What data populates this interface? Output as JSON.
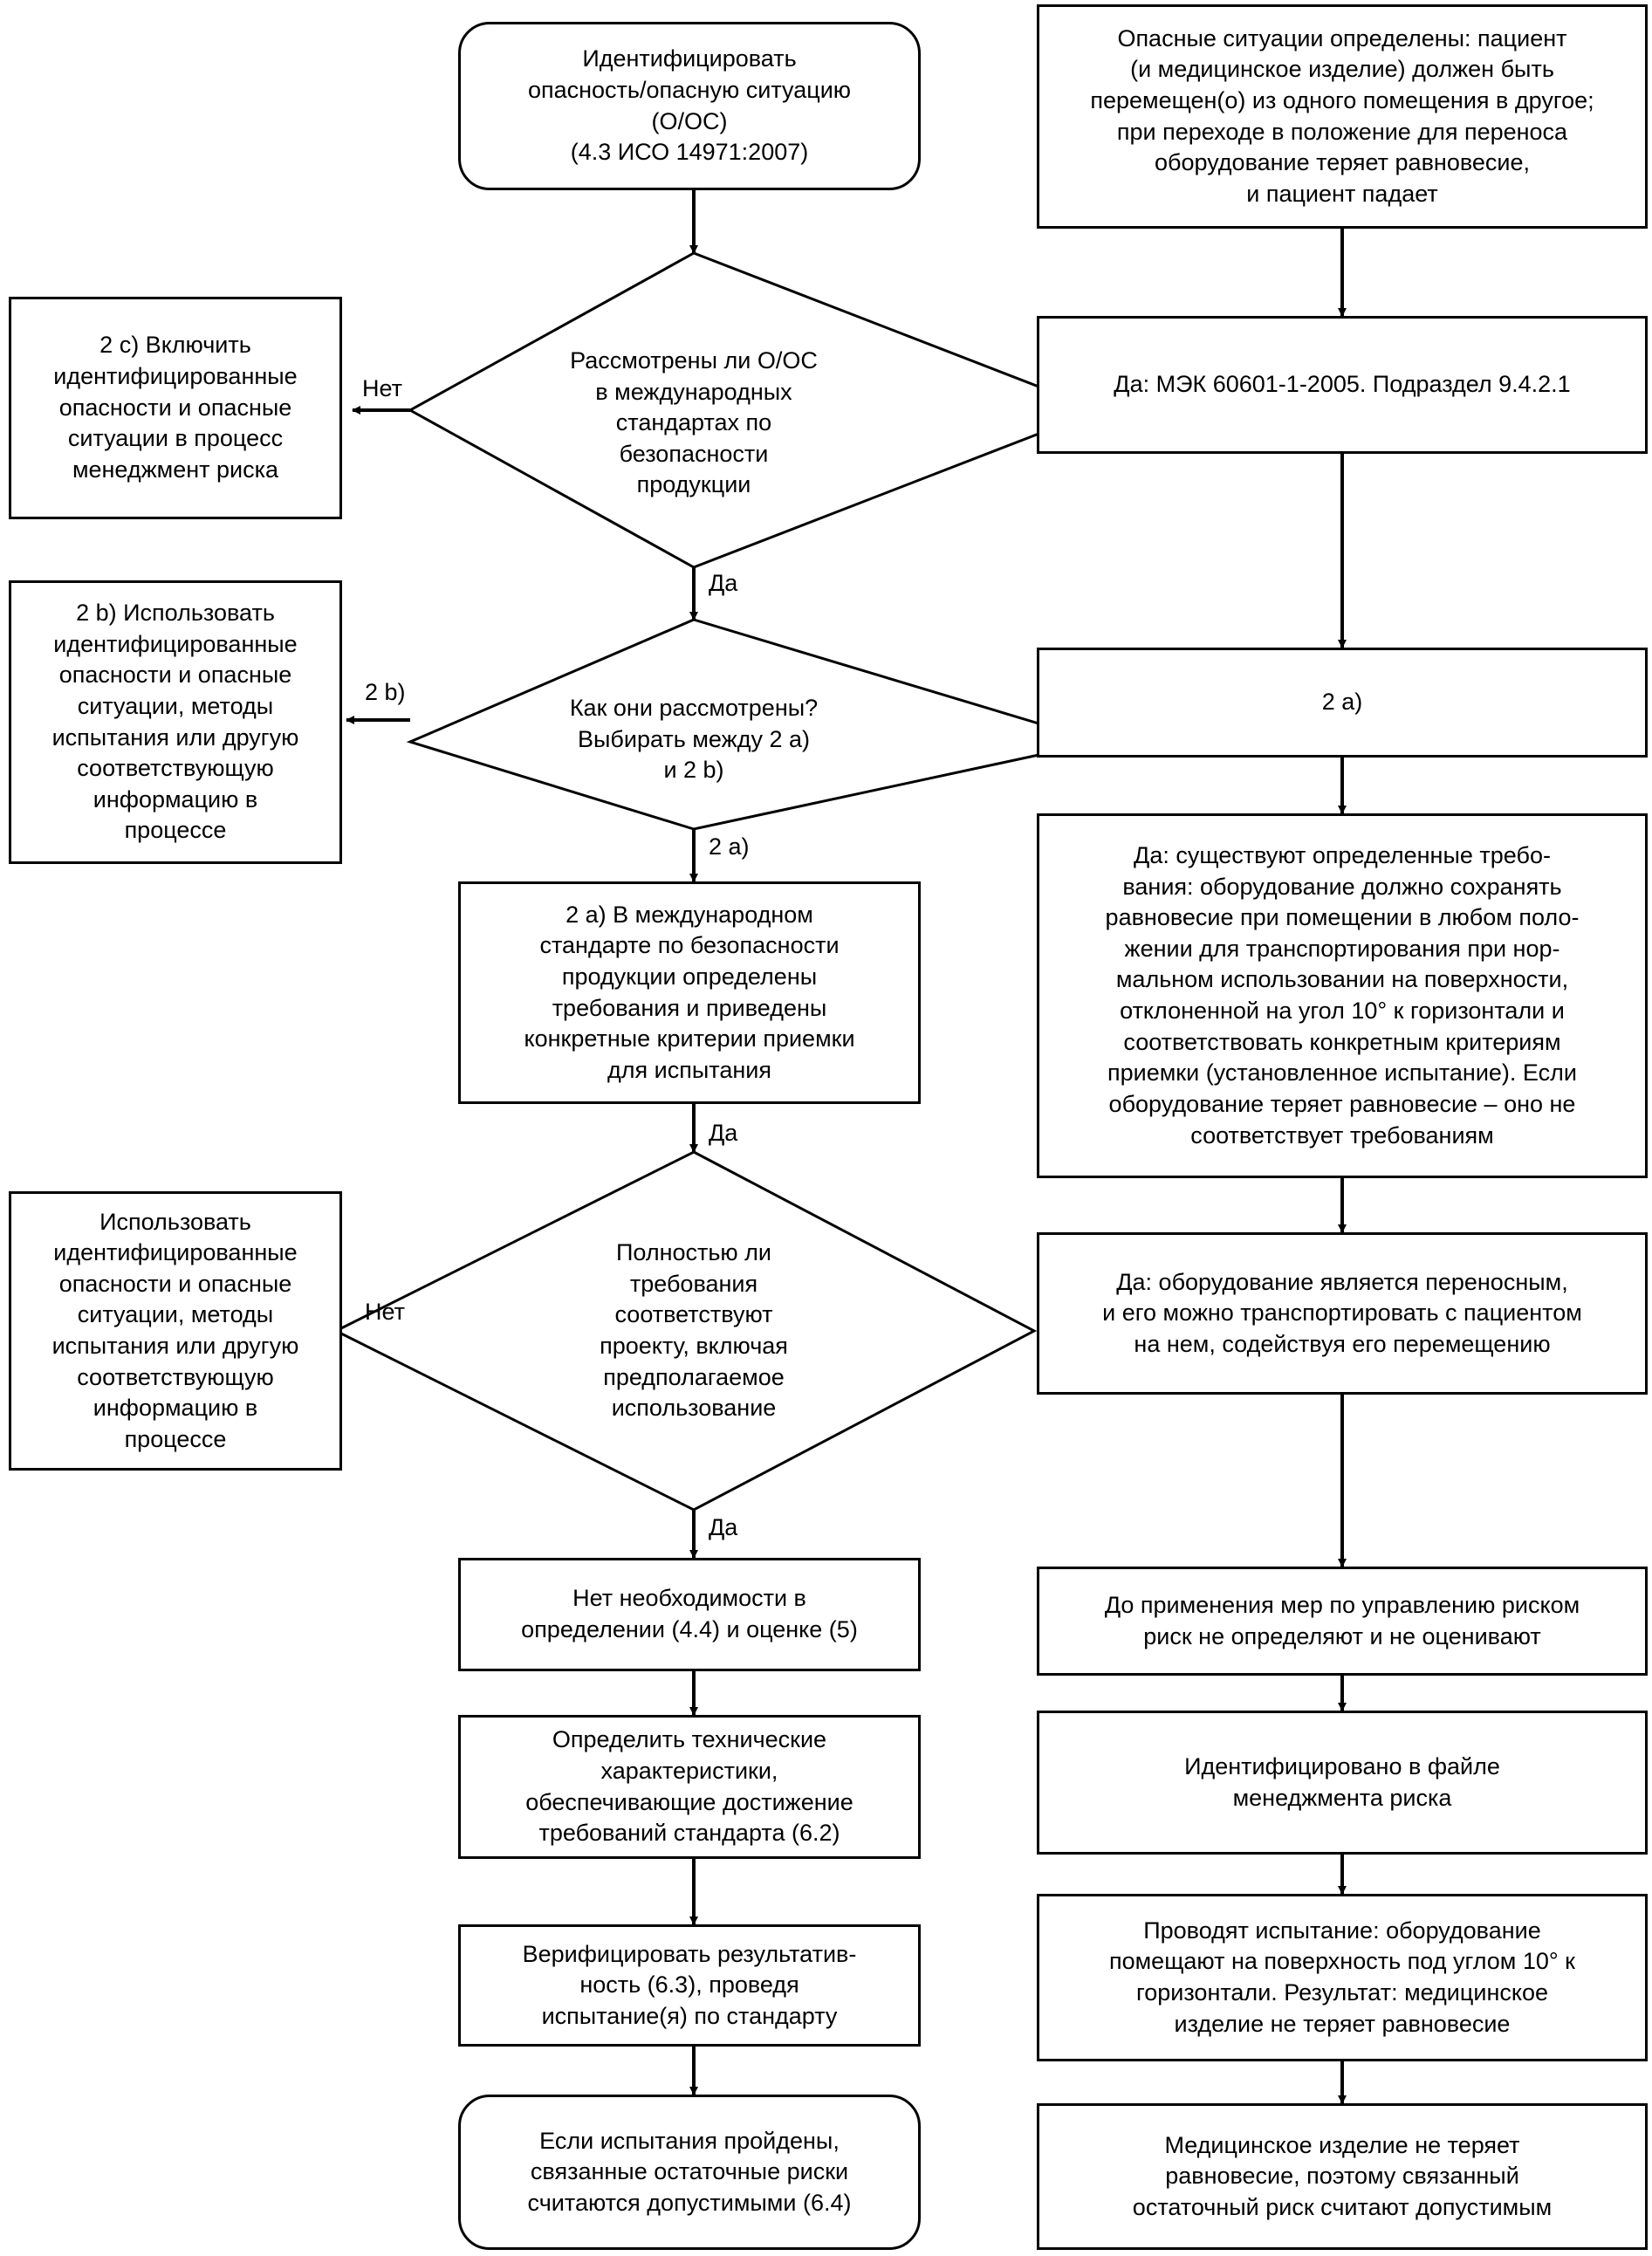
{
  "left_column": {
    "start": "Идентифицировать\nопасность/опасную ситуацию\n(О/ОС)\n(4.3 ИСО 14971:2007)",
    "decision_considered": "Рассмотрены ли О/ОС\nв международных\nстандартах по\nбезопасности\nпродукции",
    "box_2c": "2 с) Включить\nидентифицированные\nопасности и опасные\nситуации в процесс\nменеджмент риска",
    "decision_how": "Как они рассмотрены?\nВыбирать между 2 а)\nи 2 b)",
    "box_2b": "2 b) Использовать\nидентифицированные\nопасности и опасные\nситуации, методы\nиспытания или другую\nсоответствующую\nинформацию в\nпроцессе",
    "box_2a": "2 а) В международном\nстандарте по безопасности\nпродукции определены\nтребования и приведены\nконкретные критерии приемки\nдля испытания",
    "decision_full": "Полностью ли\nтребования\nсоответствуют\nпроекту, включая\nпредполагаемое\nиспользование",
    "box_use": "Использовать\nидентифицированные\nопасности и опасные\nситуации, методы\nиспытания или другую\nсоответствующую\nинформацию в\nпроцессе",
    "box_no_need": "Нет необходимости в\nопределении (4.4) и оценке (5)",
    "box_define": "Определить технические\nхарактеристики,\nобеспечивающие достижение\nтребований стандарта (6.2)",
    "box_verify": "Верифицировать результатив-\nность (6.3), проведя\nиспытание(я) по стандарту",
    "end": "Если испытания пройдены,\nсвязанные остаточные риски\nсчитаются допустимыми (6.4)"
  },
  "right_column": {
    "r1": "Опасные ситуации определены: пациент\n(и медицинское изделие) должен быть\nперемещен(о) из одного помещения в другое;\nпри переходе в положение для переноса\nоборудование теряет равновесие,\nи пациент падает",
    "r2": "Да: МЭК 60601-1-2005. Подраздел 9.4.2.1",
    "r3": "2 а)",
    "r4": "Да: существуют определенные требо-\nвания: оборудование должно сохранять\nравновесие при помещении в любом поло-\nжении для транспортирования при нор-\nмальном использовании на поверхности,\nотклоненной на угол 10° к горизонтали и\nсоответствовать конкретным критериям\nприемки (установленное испытание). Если\nоборудование теряет равновесие – оно не\nсоответствует требованиям",
    "r5": "Да: оборудование является переносным,\nи его можно транспортировать с пациентом\nна нем, содействуя его перемещению",
    "r6": "До применения мер по управлению риском\nриск не определяют и не оценивают",
    "r7": "Идентифицировано в файле\nменеджмента риска",
    "r8": "Проводят испытание: оборудование\nпомещают на поверхность под углом 10° к\nгоризонтали. Результат: медицинское\nизделие не теряет равновесие",
    "r9": "Медицинское изделие не теряет\nравновесие, поэтому связанный\nостаточный риск считают допустимым"
  },
  "edge_labels": {
    "no_1": "Нет",
    "yes_1": "Да",
    "choice_2b": "2 b)",
    "choice_2a": "2 а)",
    "yes_2": "Да",
    "no_2": "Нет",
    "yes_3": "Да"
  }
}
